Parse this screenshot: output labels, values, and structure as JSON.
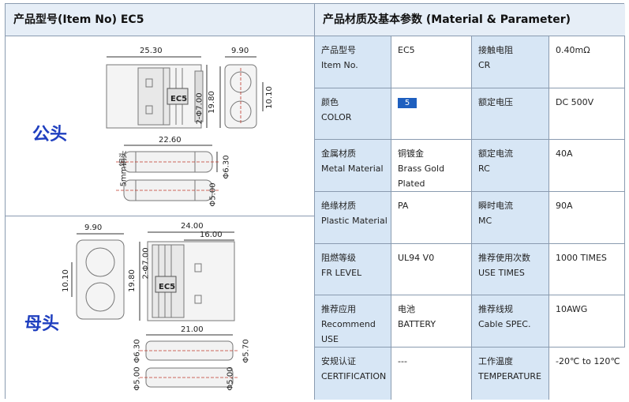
{
  "header": {
    "left_title": "产品型号(Item No)  EC5",
    "right_title": "产品材质及基本参数 (Material & Parameter)"
  },
  "drawing": {
    "male_label": "公头",
    "female_label": "母头",
    "male_dims": {
      "d1": "25.30",
      "d2": "9.90",
      "d3": "19.80",
      "d4": "2-Φ7.00",
      "d5": "10.10",
      "d6": "22.60",
      "d7": "Φ6.30",
      "d8": "Φ5.00",
      "d9": "5mm铜头",
      "mark": "EC5"
    },
    "female_dims": {
      "d1": "9.90",
      "d2": "24.00",
      "d3": "16.00",
      "d4": "10.10",
      "d5": "19.80",
      "d6": "2-Φ7.00",
      "d7": "21.00",
      "d8": "Φ6.30",
      "d9": "Φ5.70",
      "d10": "Φ5.00",
      "d11": "Φ5.00",
      "mark": "EC5"
    }
  },
  "params": [
    {
      "l1_cn": "产品型号",
      "l1_en": "Item No.",
      "v1": "EC5",
      "l2_cn": "接触电阻",
      "l2_en": "CR",
      "v2": "0.40mΩ"
    },
    {
      "l1_cn": "颜色",
      "l1_en": "COLOR",
      "v1": "5",
      "l2_cn": "额定电压",
      "l2_en": "",
      "v2": "DC 500V"
    },
    {
      "l1_cn": "金属材质",
      "l1_en": "Metal Material",
      "v1_cn": "铜镀金",
      "v1": "Brass Gold Plated",
      "l2_cn": "额定电流",
      "l2_en": "RC",
      "v2": "40A"
    },
    {
      "l1_cn": "绝缘材质",
      "l1_en": "Plastic Material",
      "v1": "PA",
      "l2_cn": "瞬时电流",
      "l2_en": "MC",
      "v2": "90A"
    },
    {
      "l1_cn": "阻燃等级",
      "l1_en": "FR LEVEL",
      "v1": "UL94 V0",
      "l2_cn": "推荐使用次数",
      "l2_en": "USE TIMES",
      "v2": "1000 TIMES"
    },
    {
      "l1_cn": "推荐应用",
      "l1_en": "Recommend USE",
      "v1_cn": "电池",
      "v1": "BATTERY",
      "l2_cn": "推荐线规",
      "l2_en": "Cable SPEC.",
      "v2": "10AWG"
    },
    {
      "l1_cn": "安规认证",
      "l1_en": "CERTIFICATION",
      "v1": "---",
      "l2_cn": "工作温度",
      "l2_en": "TEMPERATURE",
      "v2": "-20℃ to 120℃"
    }
  ],
  "colors": {
    "header_bg": "#e6eef7",
    "label_bg": "#d7e6f5",
    "accent": "#1f3fbf",
    "swatch": "#1e5fbf"
  }
}
